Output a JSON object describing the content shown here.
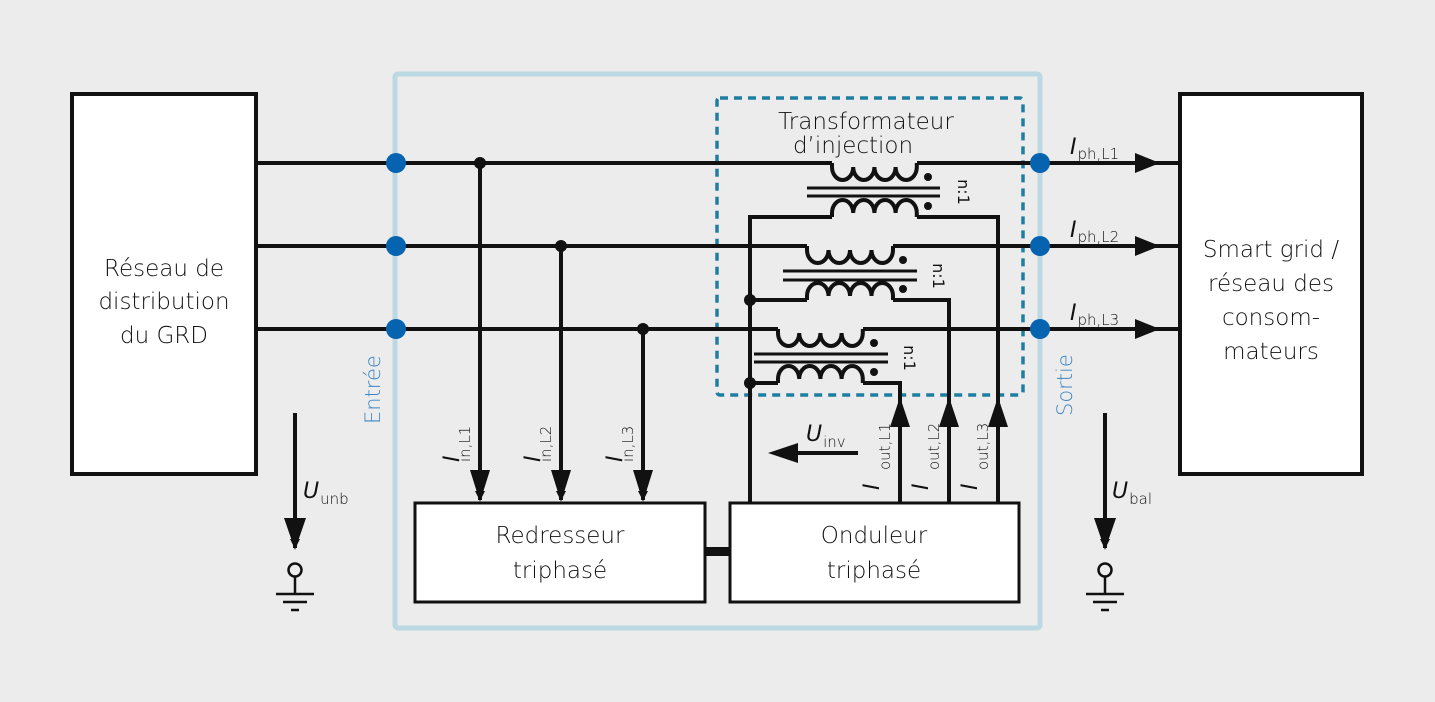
{
  "colors": {
    "background": "#ececec",
    "frame": "#bcd8e3",
    "dashed_box": "#1e7ea1",
    "node": "#0563b0",
    "wire": "#111111",
    "side_label": "#3f86c4"
  },
  "blocks": {
    "grid_source": [
      "Réseau de",
      "distribution",
      "du GRD"
    ],
    "grid_load": [
      "Smart grid /",
      "réseau des",
      "consom-",
      "mateurs"
    ],
    "rectifier": [
      "Redresseur",
      "triphasé"
    ],
    "inverter": [
      "Onduleur",
      "triphasé"
    ],
    "transformer_title": [
      "Transformateur",
      "d’injection"
    ]
  },
  "side_labels": {
    "input": "Entrée",
    "output": "Sortie"
  },
  "transformer_ratio": "n:1",
  "symbols": {
    "phase_currents": [
      {
        "main": "I",
        "sub": "ph,L1"
      },
      {
        "main": "I",
        "sub": "ph,L2"
      },
      {
        "main": "I",
        "sub": "ph,L3"
      }
    ],
    "input_currents": [
      {
        "main": "I",
        "sub": "in,L1"
      },
      {
        "main": "I",
        "sub": "in,L2"
      },
      {
        "main": "I",
        "sub": "in,L3"
      }
    ],
    "output_currents": [
      {
        "main": "I",
        "sub": "out,L1"
      },
      {
        "main": "I",
        "sub": "out,L2"
      },
      {
        "main": "I",
        "sub": "out,L3"
      }
    ],
    "u_unb": {
      "main": "U",
      "sub": "unb"
    },
    "u_bal": {
      "main": "U",
      "sub": "bal"
    },
    "u_inv": {
      "main": "U",
      "sub": "inv"
    }
  }
}
